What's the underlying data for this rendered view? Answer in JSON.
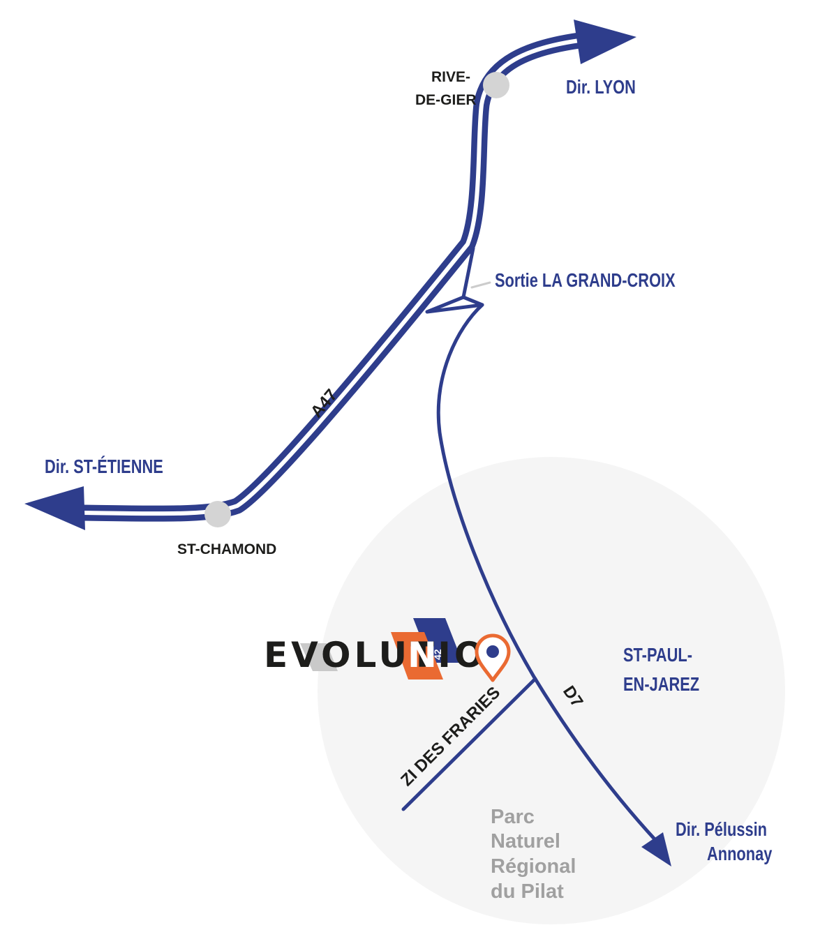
{
  "colors": {
    "road": "#2e3d8c",
    "node": "#d4d4d4",
    "zone": "#f5f5f5",
    "park_text": "#a0a0a0",
    "brand_orange": "#ea6a32",
    "brand_grey": "#c9c9c9",
    "brand_text": "#1d1d1b",
    "exit_tick": "#cccccc"
  },
  "labels": {
    "dir_lyon": "Dir. LYON",
    "dir_st_etienne": "Dir. ST-ÉTIENNE",
    "dir_pelussin_1": "Dir. Pélussin",
    "dir_pelussin_2": "Annonay",
    "rive_de_gier_1": "RIVE-",
    "rive_de_gier_2": "DE-GIER",
    "st_chamond": "ST-CHAMOND",
    "sortie": "Sortie LA GRAND-CROIX",
    "st_paul_1": "ST-PAUL-",
    "st_paul_2": "EN-JAREZ",
    "road_a47": "A47",
    "road_d7": "D7",
    "road_zi": "ZI DES FRARIES",
    "park_1": "Parc",
    "park_2": "Naturel",
    "park_3": "Régional",
    "park_4": "du Pilat"
  },
  "logo": {
    "name": "EVOLUTIO",
    "final_letter": "N",
    "number": "42"
  },
  "icons": {
    "location": "map-pin-icon",
    "junction": "junction-dot-icon"
  }
}
